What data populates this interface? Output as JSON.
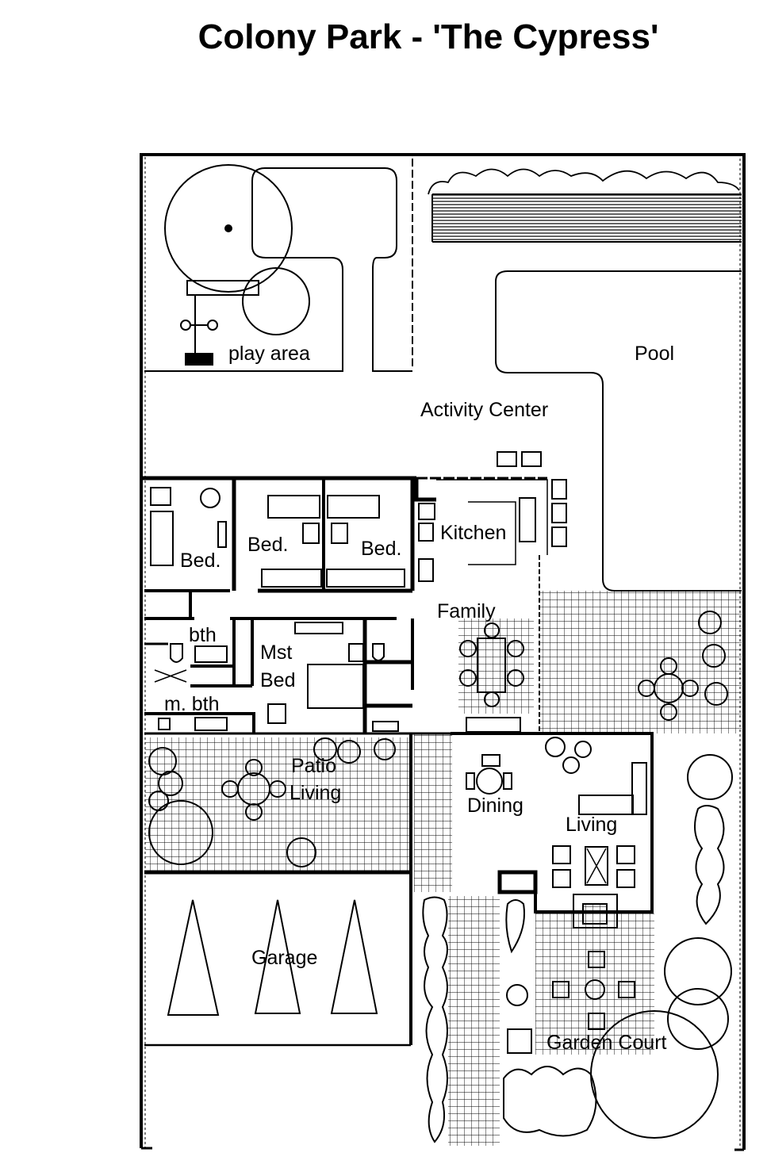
{
  "title": "Colony Park - 'The Cypress'",
  "rooms": {
    "play_area": "play area",
    "pool": "Pool",
    "activity_center": "Activity Center",
    "bed_1": "Bed.",
    "bed_2": "Bed.",
    "bed_3": "Bed.",
    "kitchen": "Kitchen",
    "family": "Family",
    "bath": "bth",
    "master_bed_line1": "Mst",
    "master_bed_line2": "Bed",
    "master_bath": "m. bth",
    "patio_line1": "Patio",
    "patio_line2": "Living",
    "dining": "Dining",
    "living": "Living",
    "garage": "Garage",
    "garden_court": "Garden Court"
  }
}
